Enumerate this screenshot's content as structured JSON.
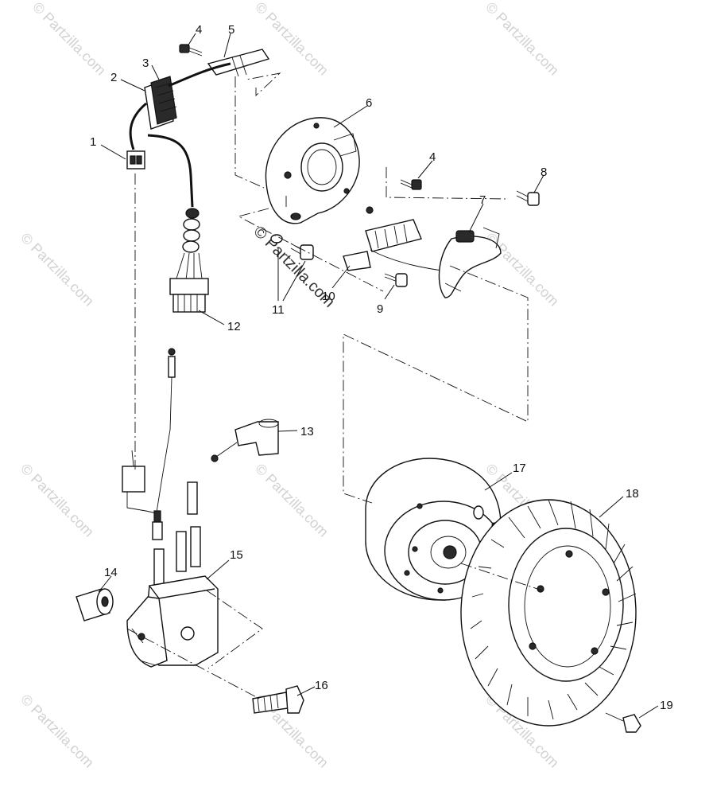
{
  "watermark": {
    "text": "© Partzilla.com"
  },
  "callouts": {
    "c1": "1",
    "c2": "2",
    "c3": "3",
    "c4a": "4",
    "c5": "5",
    "c6": "6",
    "c4b": "4",
    "c7": "7",
    "c8": "8",
    "c9": "9",
    "c10": "10",
    "c11": "11",
    "c12": "12",
    "c13": "13",
    "c14": "14",
    "c15": "15",
    "c16": "16",
    "c17": "17",
    "c18": "18",
    "c19": "19"
  },
  "colors": {
    "ink": "#111111",
    "watermark": "#d2d2d2"
  }
}
